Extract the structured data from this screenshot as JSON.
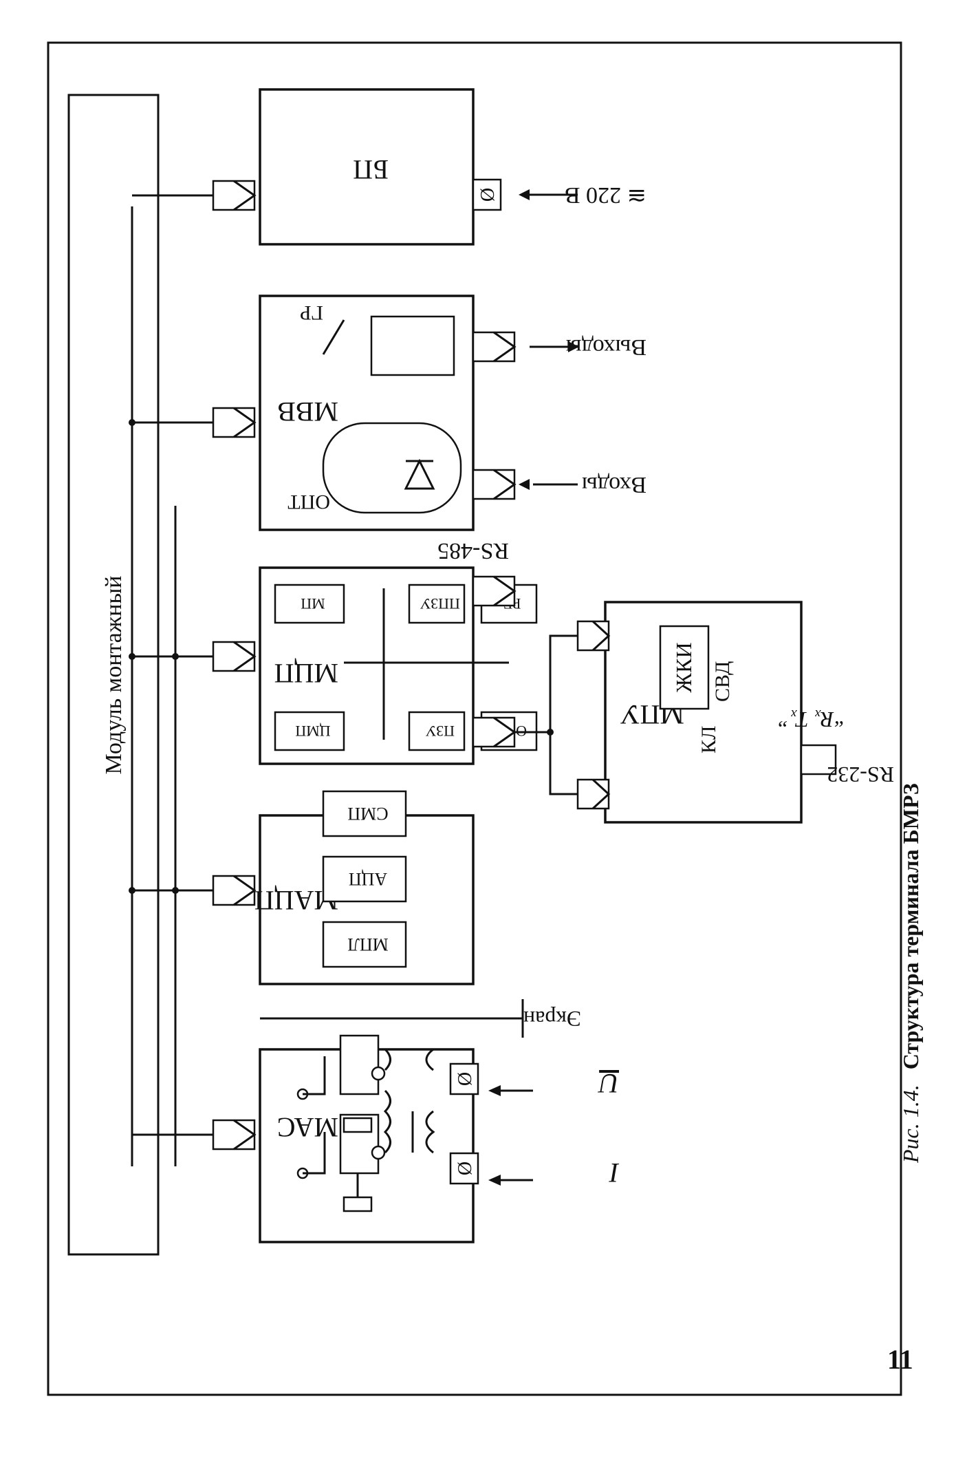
{
  "figure": {
    "caption_prefix": "Рис. 1.4.",
    "caption_title": "Структура терминала БМРЗ",
    "page_number": "11"
  },
  "mounting_module": {
    "label": "Модуль монтажный"
  },
  "modules": {
    "mas": {
      "label": "МАС"
    },
    "matsp": {
      "label": "МАЦП",
      "blocks": [
        "МПЛ",
        "АЦП",
        "СМП"
      ]
    },
    "mtsp": {
      "label": "МЦП",
      "blocks": [
        "ЦМП",
        "МП",
        "ПЗУ",
        "ППЗУ",
        "ОЗУ",
        "РГ"
      ]
    },
    "mvv": {
      "label": "МВВ",
      "opt": "ОПТ",
      "gr": "ГР"
    },
    "bp": {
      "label": "БП"
    },
    "mpu": {
      "label": "МПУ",
      "display": "ЖКИ",
      "leds": "СВД",
      "keys": "КЛ"
    }
  },
  "signals": {
    "current": "I",
    "voltage": "U",
    "screen": "Экран",
    "rs485": "RS-485",
    "rs232": "RS-232",
    "rxtx": "“Rₓ Tₓ”",
    "inputs": "Входы",
    "outputs": "Выходы",
    "power": "≅ 220 В",
    "null_symbol": "Ø"
  }
}
